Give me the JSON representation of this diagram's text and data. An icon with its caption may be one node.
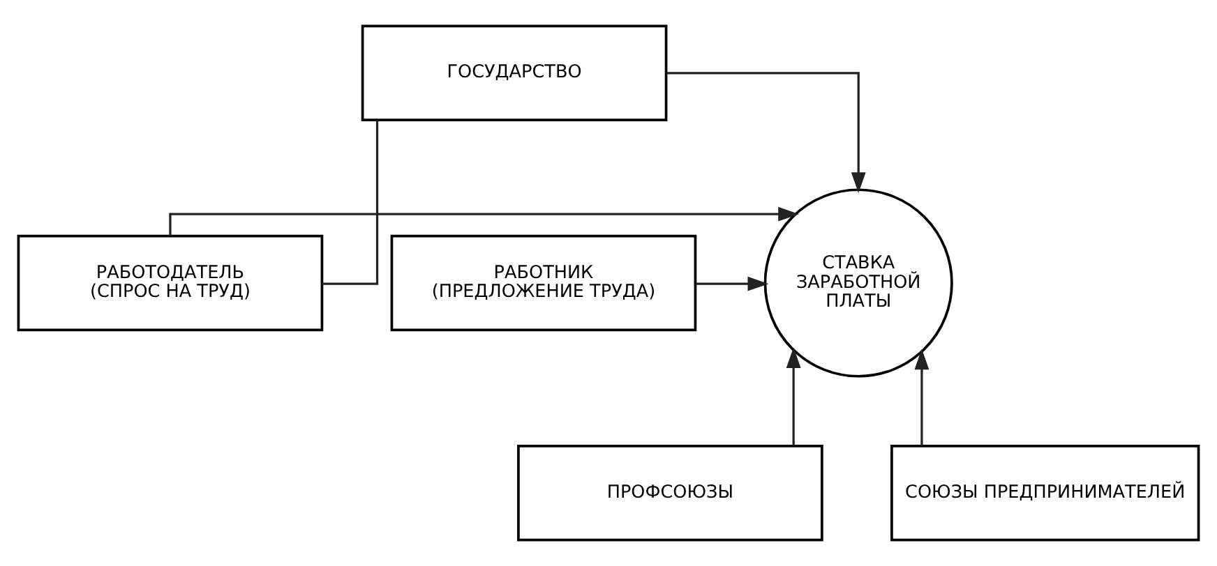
{
  "diagram": {
    "nodes": [
      {
        "text": [
          "ГОСУДАРСТВО"
        ]
      },
      {
        "text": [
          "РАБОТНИК (ПРЕДЛОЖЕНИЕ ТРУДА)"
        ]
      },
      {
        "text": [
          "СТАВКА ЗАРАБОТНОЙ ПЛАТЫ"
        ]
      },
      {
        "text": [
          "РАБОТОДАТЕЛЬ (СПРОС НА ТРУД)"
        ]
      },
      {
        "text": [
          "ПРОФСОЮЗЫ"
        ]
      },
      {
        "text": [
          "СОЮЗЫ ПРЕДПРИНИМАТЕЛЕЙ"
        ]
      }
    ],
    "edges": [
      {
        "from": 0,
        "to": 2,
        "arrow": "to"
      },
      {
        "from": 0,
        "to": 3,
        "arrow": "none"
      },
      {
        "from": 1,
        "to": 2,
        "arrow": "to"
      },
      {
        "from": 3,
        "to": 2,
        "arrow": "to"
      },
      {
        "from": 4,
        "to": 2,
        "arrow": "to"
      },
      {
        "from": 5,
        "to": 2,
        "arrow": "to"
      }
    ]
  }
}
